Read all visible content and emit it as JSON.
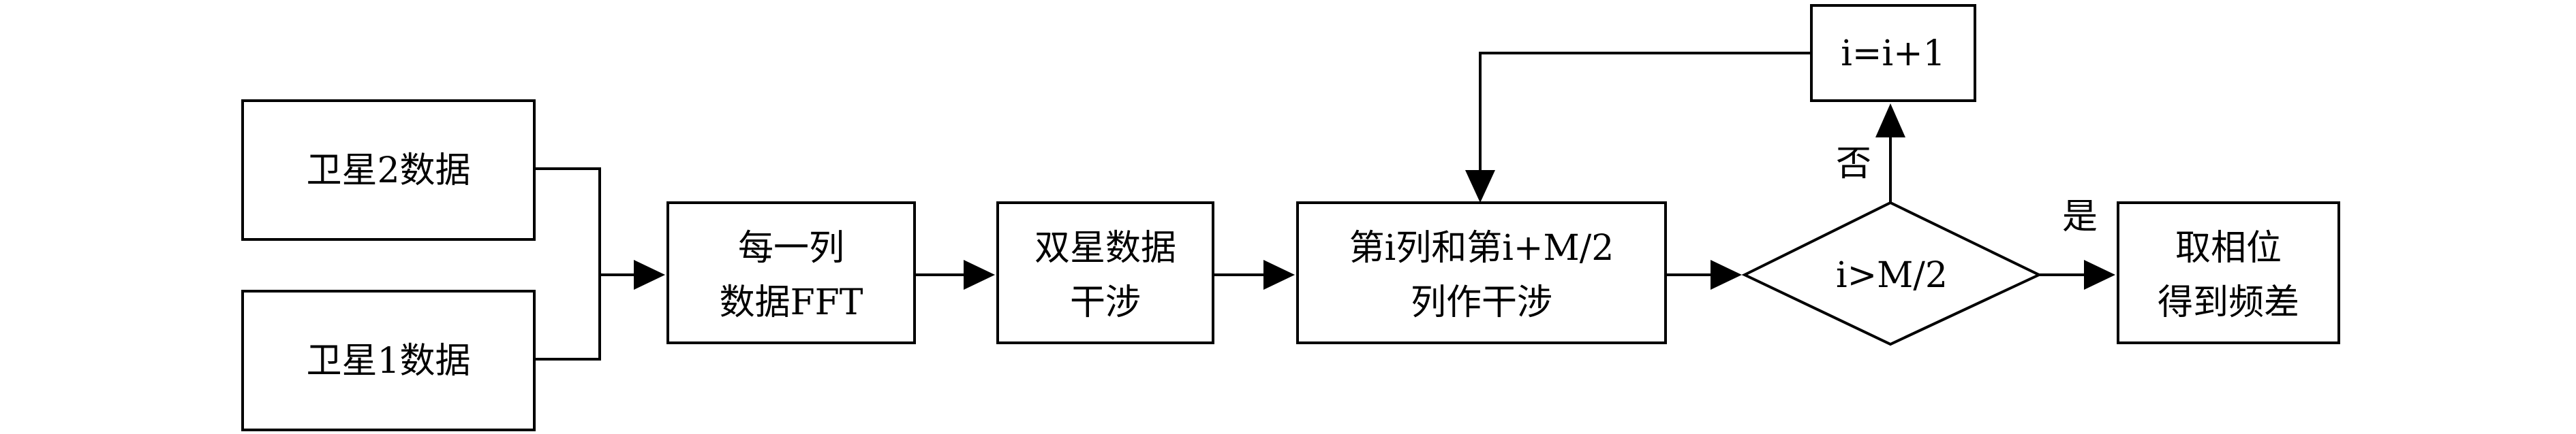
{
  "nodes": {
    "sat2": {
      "lines": [
        "卫星2数据"
      ]
    },
    "sat1": {
      "lines": [
        "卫星1数据"
      ]
    },
    "fft": {
      "lines": [
        "每一列",
        "数据FFT"
      ]
    },
    "interfere": {
      "lines": [
        "双星数据",
        "干涉"
      ]
    },
    "column": {
      "lines": [
        "第i列和第i+M/2",
        "列作干涉"
      ]
    },
    "decision": {
      "lines": [
        "i>M/2"
      ]
    },
    "increment": {
      "lines": [
        "i=i+1"
      ]
    },
    "result": {
      "lines": [
        "取相位",
        "得到频差"
      ]
    }
  },
  "edges": {
    "yes_label": "是",
    "no_label": "否"
  }
}
